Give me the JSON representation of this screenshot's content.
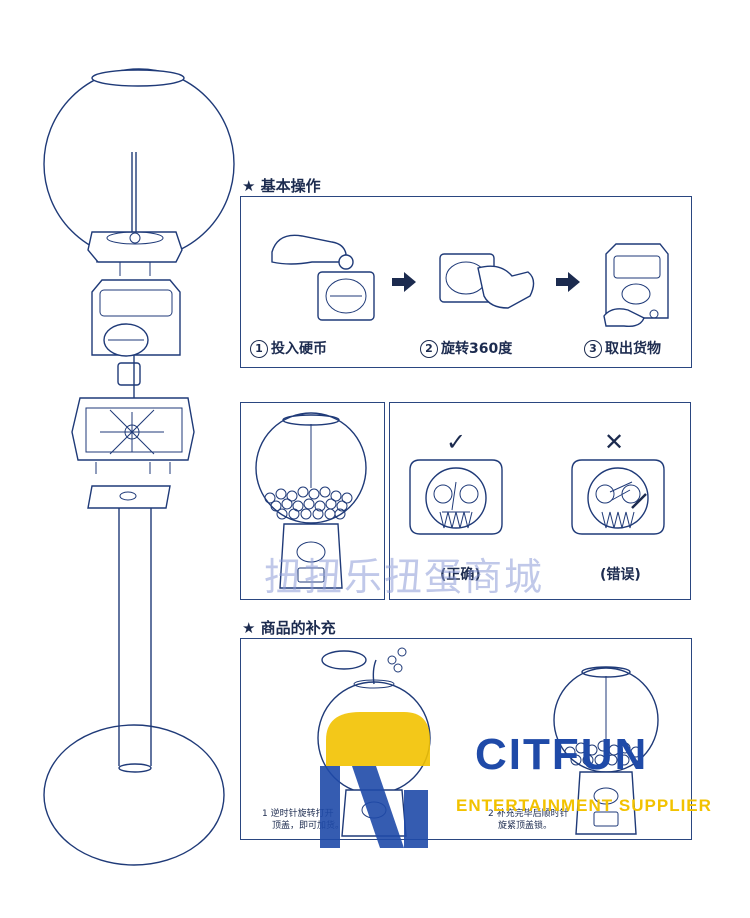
{
  "sections": {
    "basic_ops": {
      "title": "★ 基本操作"
    },
    "refill": {
      "title": "★ 商品的补充"
    }
  },
  "steps": [
    {
      "num": "1",
      "label": "投入硬币"
    },
    {
      "num": "2",
      "label": "旋转360度"
    },
    {
      "num": "3",
      "label": "取出货物"
    }
  ],
  "check": {
    "correct_mark": "✓",
    "correct_label": "(正确)",
    "wrong_mark": "✕",
    "wrong_label": "(错误)"
  },
  "refill_notes": {
    "left": [
      "1  逆时针旋转打开",
      "顶盖，即可加货。"
    ],
    "right": [
      "2  补充完毕后顺时针",
      "旋紧顶盖锁。"
    ]
  },
  "watermark": "扭扭乐扭蛋商城",
  "brand": {
    "name": "CITFUN",
    "tagline": "ENTERTAINMENT SUPPLIER"
  },
  "colors": {
    "line": "#1f3a78",
    "brand_blue": "#1f4aa8",
    "brand_yellow": "#f2c200"
  }
}
